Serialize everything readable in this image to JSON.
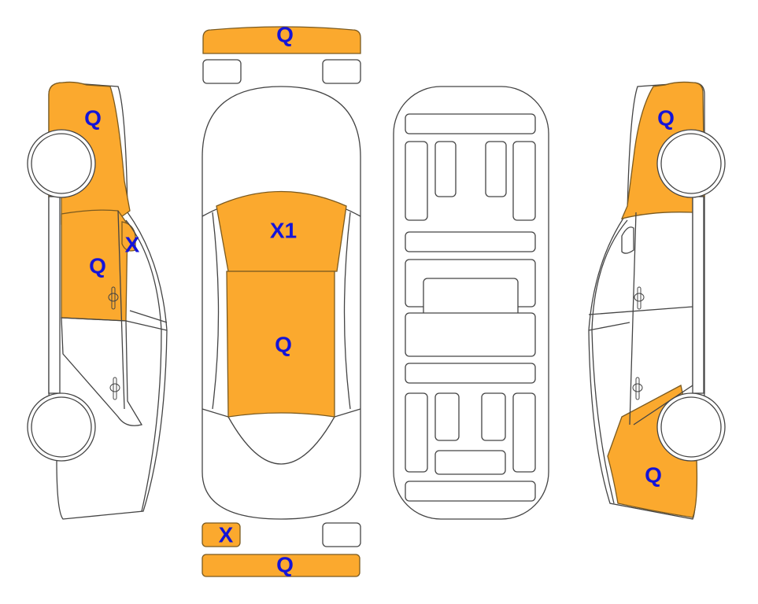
{
  "colors": {
    "damage": "#FBA92E",
    "label": "#1414D8",
    "outline": "#444444"
  },
  "views": {
    "left_side": {
      "front_fender": "Q",
      "mirror": "X",
      "front_door": "Q"
    },
    "top": {
      "front_bumper": "Q",
      "hood_windshield": "X1",
      "roof": "Q",
      "rear_left_light": "X",
      "rear_bumper": "Q"
    },
    "right_side": {
      "front_fender": "Q",
      "rear_quarter": "Q"
    }
  }
}
